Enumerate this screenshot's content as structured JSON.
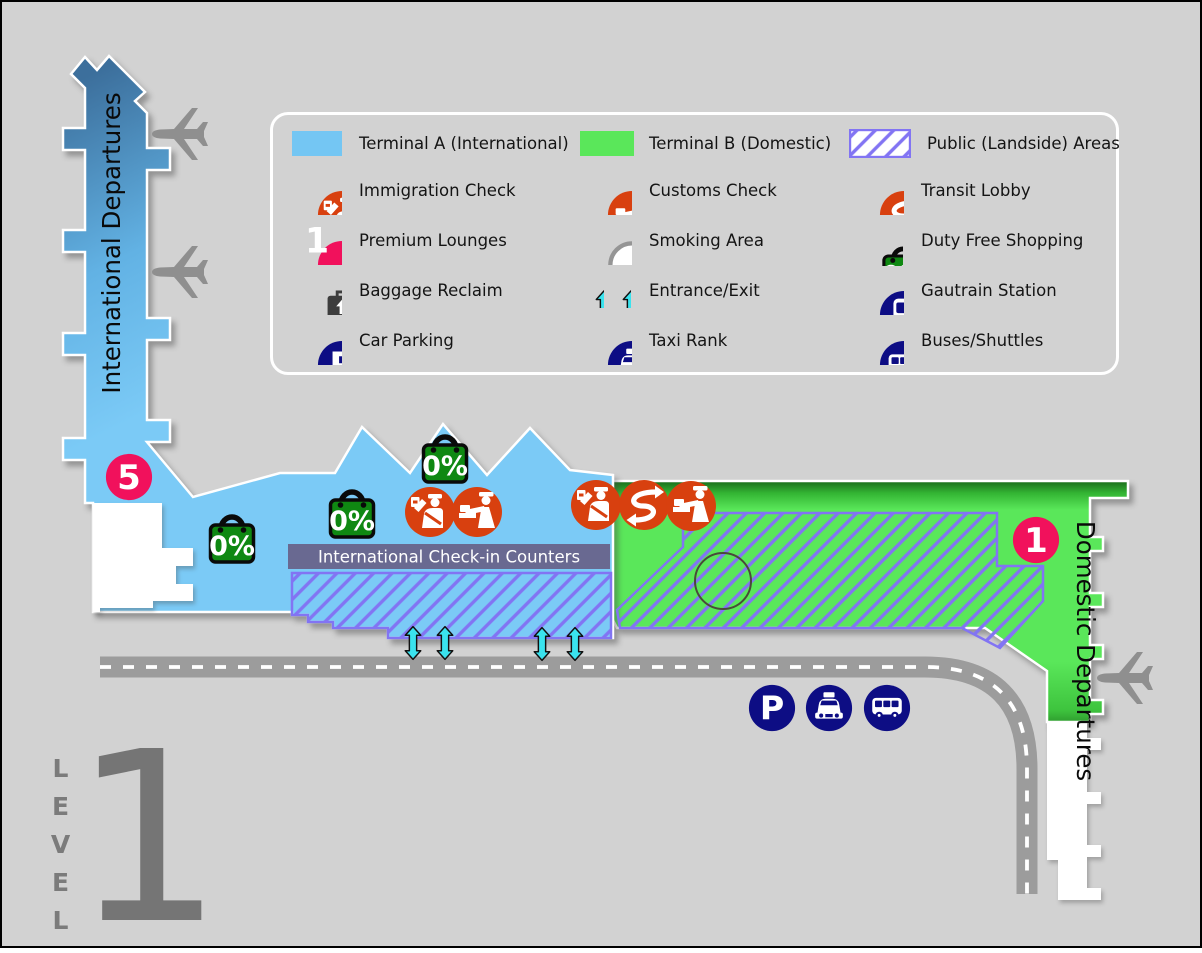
{
  "legend": {
    "swatches": [
      {
        "name": "terminal-a",
        "label": "Terminal A (International)"
      },
      {
        "name": "terminal-b",
        "label": "Terminal B (Domestic)"
      },
      {
        "name": "public-areas",
        "label": "Public (Landside) Areas"
      }
    ],
    "premium_number": "1",
    "items": {
      "immigration": "Immigration Check",
      "customs": "Customs Check",
      "transit": "Transit Lobby",
      "premium": "Premium Lounges",
      "smoking": "Smoking Area",
      "dutyfree": "Duty Free Shopping",
      "baggage": "Baggage Reclaim",
      "entrance": "Entrance/Exit",
      "gautrain": "Gautrain Station",
      "parking": "Car Parking",
      "taxi": "Taxi Rank",
      "buses": "Buses/Shuttles"
    }
  },
  "map": {
    "international_departures": "International Departures",
    "domestic_departures": "Domestic Departures",
    "checkin_bar": "International Check-in Counters",
    "level_label": "LEVEL",
    "level_number": "1",
    "lounge_intl": "5",
    "lounge_domestic": "1",
    "duty_free_text": "0%",
    "parking_letter": "P"
  },
  "colors": {
    "background": "#d2d2d2",
    "terminal_a_blue": "#7ac9f5",
    "terminal_b_green": "#5ae75a",
    "hatch_purple": "#8274f3",
    "security_orange": "#d8400f",
    "premium_pink": "#f1115c",
    "transport_navy": "#0d0d84",
    "duty_free_green": "#0f8812",
    "entrance_cyan": "#3ae3ee",
    "road_gray": "#9c9c9c",
    "checkin_bar": "#696991"
  }
}
